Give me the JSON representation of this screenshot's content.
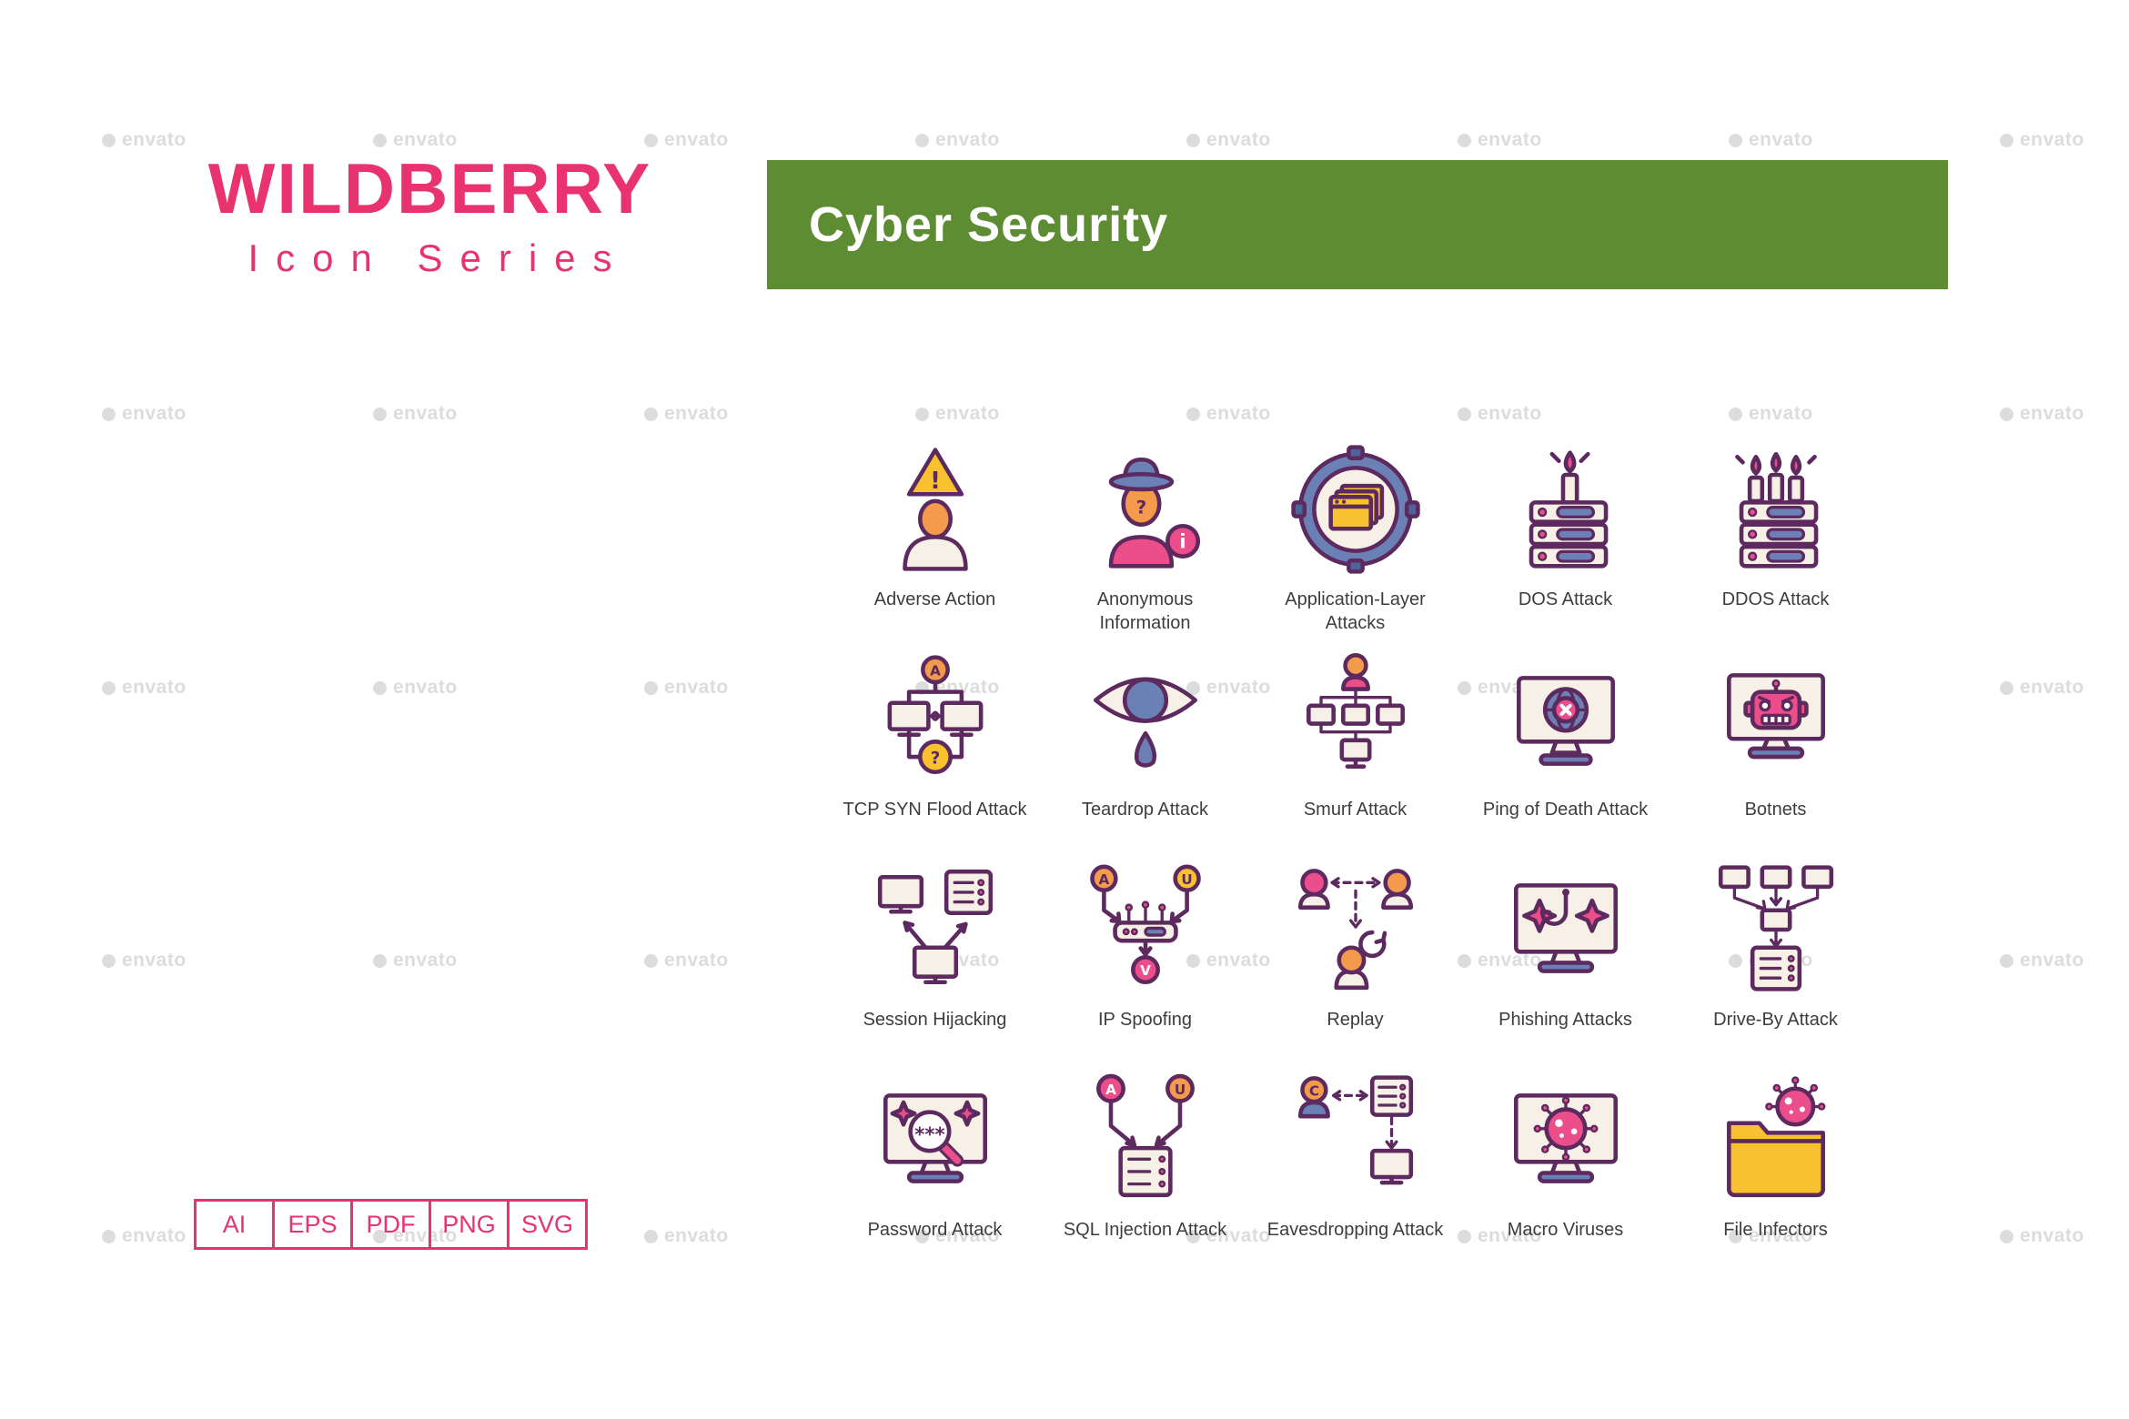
{
  "brand": {
    "title": "WILDBERRY",
    "subtitle": "Icon Series"
  },
  "banner": {
    "title": "Cyber Security"
  },
  "watermark": {
    "text": "envato"
  },
  "formats": [
    "AI",
    "EPS",
    "PDF",
    "PNG",
    "SVG"
  ],
  "colors": {
    "brand_pink": "#e8336e",
    "banner_green": "#5e8c33",
    "icon_outline": "#5c2a5e",
    "icon_cream": "#f7f0e6",
    "icon_orange": "#f39a4c",
    "icon_pink": "#ec4d8b",
    "icon_blue": "#6b80b4",
    "icon_yellow": "#f8c22f"
  },
  "icons": [
    {
      "name": "adverse-action-icon",
      "label": "Adverse Action",
      "glyphs": {
        "warning": "!"
      }
    },
    {
      "name": "anonymous-information-icon",
      "label": "Anonymous Information",
      "glyphs": {
        "face": "?",
        "info": "i"
      }
    },
    {
      "name": "application-layer-attacks-icon",
      "label": "Application-Layer Attacks"
    },
    {
      "name": "dos-attack-icon",
      "label": "DOS Attack"
    },
    {
      "name": "ddos-attack-icon",
      "label": "DDOS Attack"
    },
    {
      "name": "tcp-syn-flood-attack-icon",
      "label": "TCP SYN Flood Attack",
      "glyphs": {
        "person": "A",
        "badge": "?"
      }
    },
    {
      "name": "teardrop-attack-icon",
      "label": "Teardrop Attack"
    },
    {
      "name": "smurf-attack-icon",
      "label": "Smurf Attack"
    },
    {
      "name": "ping-of-death-attack-icon",
      "label": "Ping of Death Attack"
    },
    {
      "name": "botnets-icon",
      "label": "Botnets"
    },
    {
      "name": "session-hijacking-icon",
      "label": "Session Hijacking"
    },
    {
      "name": "ip-spoofing-icon",
      "label": "IP Spoofing",
      "glyphs": {
        "a": "A",
        "u": "U",
        "v": "V"
      }
    },
    {
      "name": "replay-icon",
      "label": "Replay"
    },
    {
      "name": "phishing-attacks-icon",
      "label": "Phishing Attacks"
    },
    {
      "name": "drive-by-attack-icon",
      "label": "Drive-By Attack"
    },
    {
      "name": "password-attack-icon",
      "label": "Password Attack",
      "glyphs": {
        "stars": "***"
      }
    },
    {
      "name": "sql-injection-attack-icon",
      "label": "SQL Injection Attack",
      "glyphs": {
        "a": "A",
        "u": "U"
      }
    },
    {
      "name": "eavesdropping-attack-icon",
      "label": "Eavesdropping Attack",
      "glyphs": {
        "c": "C"
      }
    },
    {
      "name": "macro-viruses-icon",
      "label": "Macro Viruses"
    },
    {
      "name": "file-infectors-icon",
      "label": "File Infectors"
    }
  ]
}
